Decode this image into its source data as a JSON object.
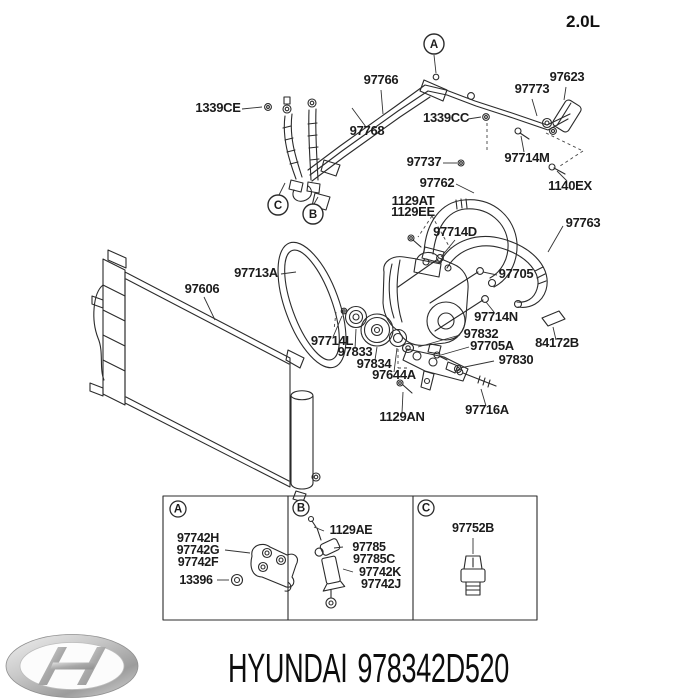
{
  "engine_variant": "2.0L",
  "footer": {
    "brand": "HYUNDAI",
    "part_number": "978342D520"
  },
  "callouts": {
    "a": "A",
    "b": "B",
    "c": "C"
  },
  "colors": {
    "ink": "#2b2b2b",
    "label": "#1b1b1b",
    "logo_chrome": "#b5b5b5"
  },
  "icons": {
    "brand_logo": "hyundai-logo"
  },
  "part_labels": {
    "97766": "97766",
    "97768": "97768",
    "1339CE": "1339CE",
    "97773": "97773",
    "97623": "97623",
    "1339CC": "1339CC",
    "97737": "97737",
    "97714M": "97714M",
    "1140EX": "1140EX",
    "97762": "97762",
    "1129AT": "1129AT",
    "1129EE": "1129EE",
    "97714D": "97714D",
    "97763": "97763",
    "97705": "97705",
    "97714N": "97714N",
    "97832": "97832",
    "97705A": "97705A",
    "84172B": "84172B",
    "97830": "97830",
    "97716A": "97716A",
    "97606": "97606",
    "97713A": "97713A",
    "97714L": "97714L",
    "97833": "97833",
    "97834": "97834",
    "97644A": "97644A",
    "1129AN": "1129AN"
  },
  "legend": {
    "a": {
      "marker": "A",
      "parts": [
        "97742H",
        "97742G",
        "97742F",
        "13396"
      ]
    },
    "b": {
      "marker": "B",
      "parts": [
        "1129AE",
        "97785",
        "97785C",
        "97742K",
        "97742J"
      ]
    },
    "c": {
      "marker": "C",
      "parts": [
        "97752B"
      ]
    }
  }
}
